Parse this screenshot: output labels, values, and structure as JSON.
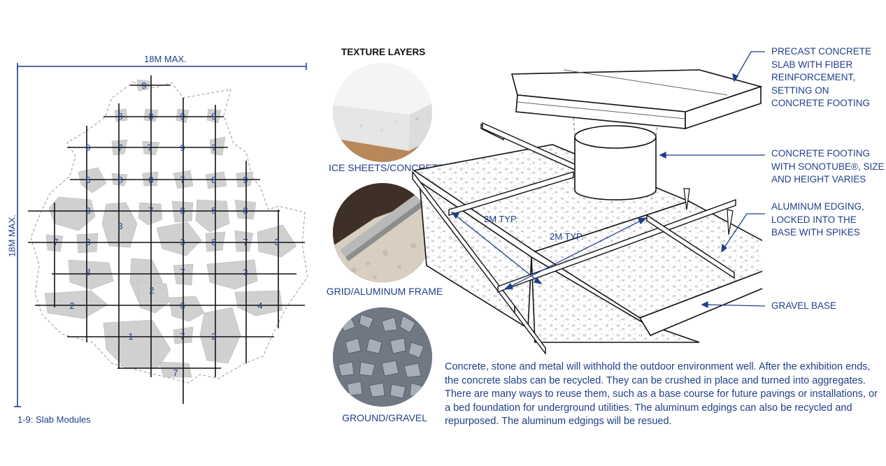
{
  "plan": {
    "width_label": "18M MAX.",
    "height_label": "18M MAX.",
    "legend": "1-9: Slab Modules",
    "module_numbers": [
      "9",
      "8",
      "8",
      "9",
      "9",
      "9",
      "7",
      "7",
      "9",
      "7",
      "6",
      "8",
      "8",
      "7",
      "8",
      "9",
      "3",
      "7",
      "8",
      "5",
      "8",
      "3",
      "7",
      "8",
      "3",
      "8",
      "7",
      "3",
      "3",
      "7",
      "3",
      "2",
      "2",
      "6",
      "4",
      "1",
      "7",
      "2",
      "7"
    ]
  },
  "texture": {
    "heading": "TEXTURE LAYERS",
    "layers": [
      {
        "caption": "ICE SHEETS/CONCRETE"
      },
      {
        "caption": "GRID/ALUMINUM FRAME"
      },
      {
        "caption": "GROUND/GRAVEL"
      }
    ]
  },
  "axon": {
    "dim_1": "2M TYP.",
    "dim_2": "2M TYP."
  },
  "callouts": {
    "slab": [
      "PRECAST CONCRETE",
      "SLAB WITH FIBER",
      "REINFORCEMENT,",
      "SETTING ON",
      "CONCRETE FOOTING"
    ],
    "footing": [
      "CONCRETE FOOTING",
      "WITH SONOTUBE®, SIZE",
      "AND HEIGHT VARIES"
    ],
    "edging": [
      "ALUMINUM EDGING,",
      "LOCKED INTO THE",
      "BASE WITH SPIKES"
    ],
    "gravel": [
      "GRAVEL BASE"
    ]
  },
  "description": "Concrete, stone and metal will withhold the outdoor environment well. After the exhibition ends, the concrete slabs can be recycled. They can be crushed in place and turned into aggregates. There are many ways to reuse them, such as a base course for future pavings or installations, or a bed foundation for underground utilities. The aluminum edgings can also be recycled and repurposed. The aluminum edgings will be resued.",
  "colors": {
    "accent_blue": "#1f3f8a",
    "slab_gray": "#cfcfcf",
    "line_dark": "#111111"
  }
}
